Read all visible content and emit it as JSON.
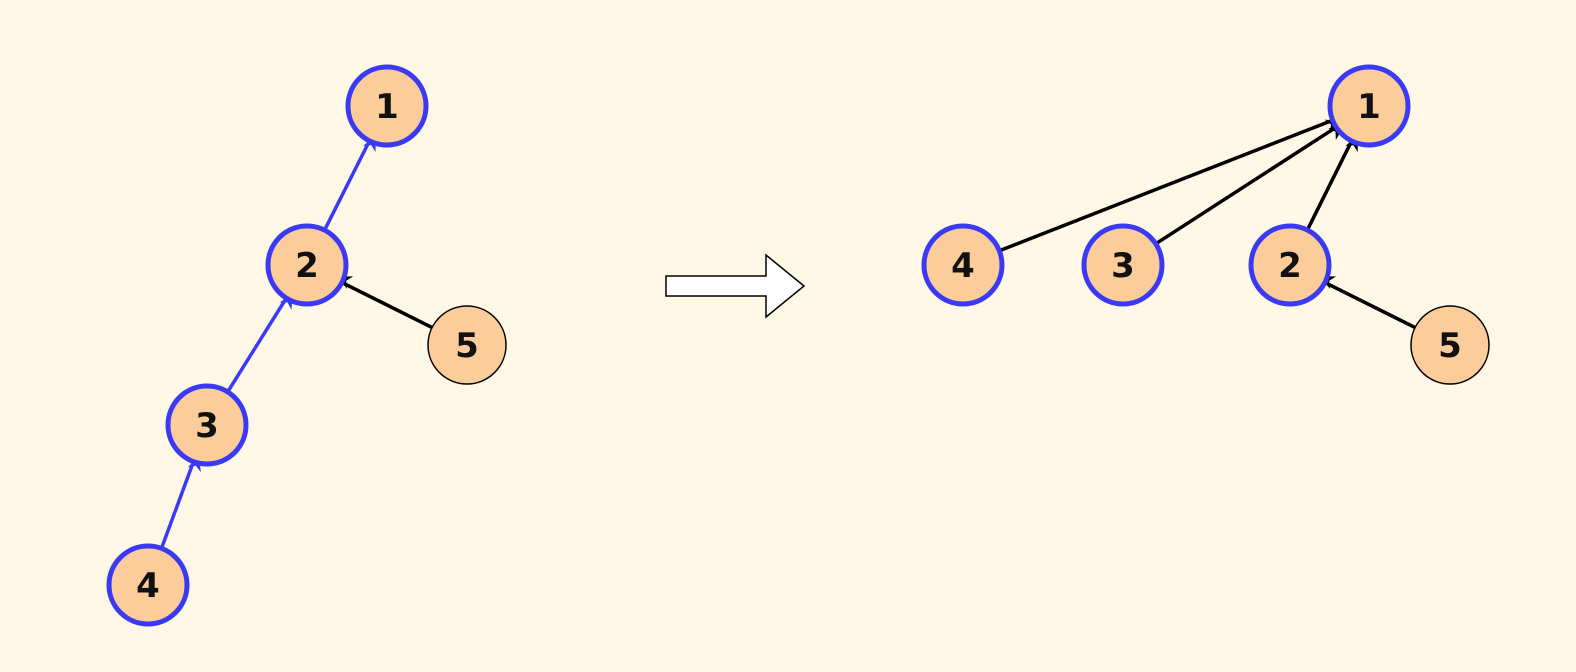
{
  "colors": {
    "background": "#fff8e7",
    "node_fill": "#fdcc9b",
    "path_color": "#3a3af5",
    "edge_color": "#000000"
  },
  "before": {
    "nodes": [
      {
        "id": "1",
        "label": "1",
        "on_path": true
      },
      {
        "id": "2",
        "label": "2",
        "on_path": true
      },
      {
        "id": "3",
        "label": "3",
        "on_path": true
      },
      {
        "id": "4",
        "label": "4",
        "on_path": true
      },
      {
        "id": "5",
        "label": "5",
        "on_path": false
      }
    ],
    "edges": [
      {
        "from": "2",
        "to": "1",
        "on_path": true
      },
      {
        "from": "3",
        "to": "2",
        "on_path": true
      },
      {
        "from": "4",
        "to": "3",
        "on_path": true
      },
      {
        "from": "5",
        "to": "2",
        "on_path": false
      }
    ]
  },
  "after": {
    "nodes": [
      {
        "id": "1",
        "label": "1",
        "on_path": true
      },
      {
        "id": "4",
        "label": "4",
        "on_path": true
      },
      {
        "id": "3",
        "label": "3",
        "on_path": true
      },
      {
        "id": "2",
        "label": "2",
        "on_path": true
      },
      {
        "id": "5",
        "label": "5",
        "on_path": false
      }
    ],
    "edges": [
      {
        "from": "4",
        "to": "1",
        "on_path": false
      },
      {
        "from": "3",
        "to": "1",
        "on_path": false
      },
      {
        "from": "2",
        "to": "1",
        "on_path": false
      },
      {
        "from": "5",
        "to": "2",
        "on_path": false
      }
    ]
  }
}
